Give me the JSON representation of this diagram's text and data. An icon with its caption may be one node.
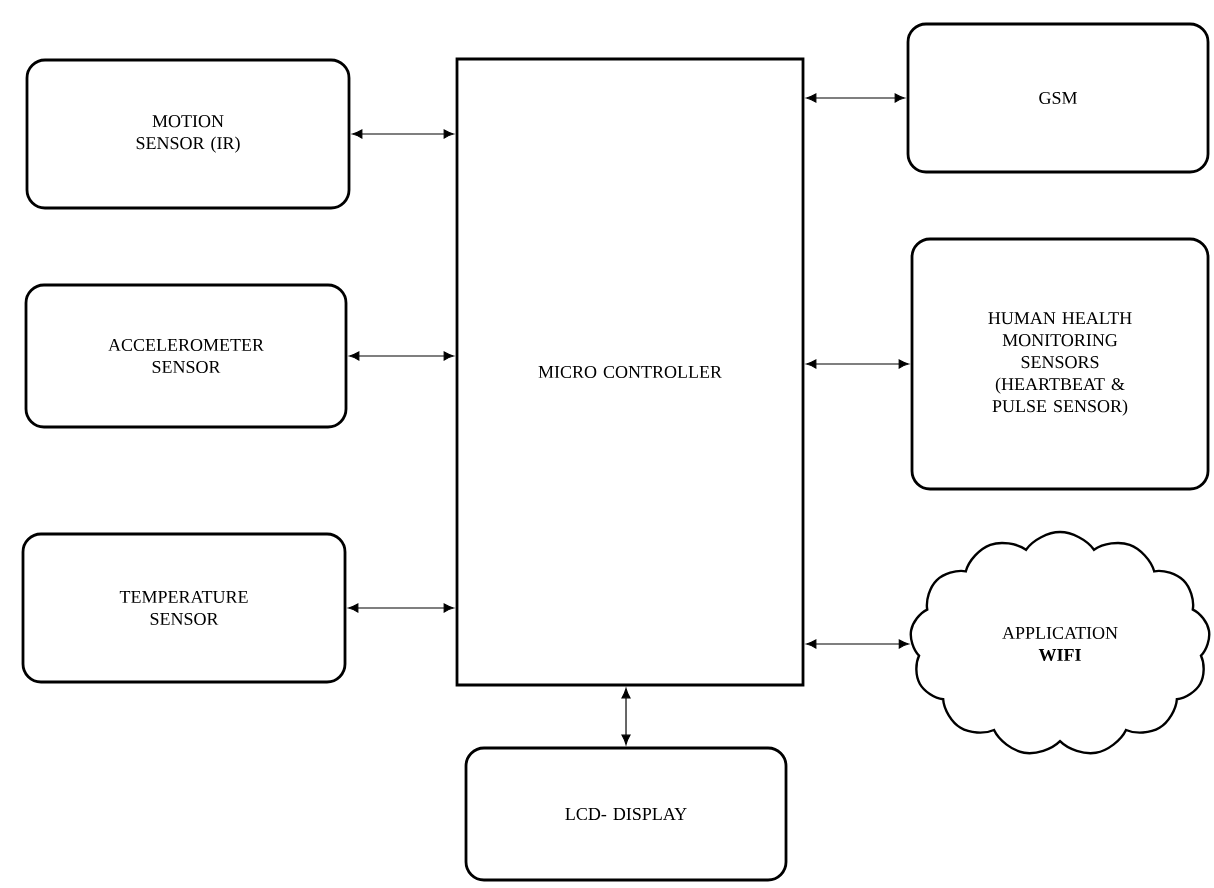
{
  "diagram": {
    "nodes": [
      {
        "text": [
          "MOTION SENSOR (IR)"
        ]
      },
      {
        "text": [
          "ACCELEROMETER SENSOR"
        ]
      },
      {
        "text": [
          "TEMPERATURE SENSOR"
        ]
      },
      {
        "text": [
          "MICRO CONTROLLER"
        ]
      },
      {
        "text": [
          "GSM"
        ]
      },
      {
        "text": [
          "HUMAN HEALTH MONITORING SENSORS (HEARTBEAT & PULSE SENSOR)"
        ]
      },
      {
        "text": [
          "APPLICATION **WIFI**"
        ]
      },
      {
        "text": [
          "LCD- DISPLAY"
        ]
      }
    ],
    "edges": [
      {
        "from": 0,
        "to": 3,
        "arrow": "both"
      },
      {
        "from": 1,
        "to": 3,
        "arrow": "both"
      },
      {
        "from": 2,
        "to": 3,
        "arrow": "both"
      },
      {
        "from": 3,
        "to": 4,
        "arrow": "both"
      },
      {
        "from": 3,
        "to": 5,
        "arrow": "both"
      },
      {
        "from": 3,
        "to": 6,
        "arrow": "both"
      },
      {
        "from": 3,
        "to": 7,
        "arrow": "both"
      }
    ]
  }
}
